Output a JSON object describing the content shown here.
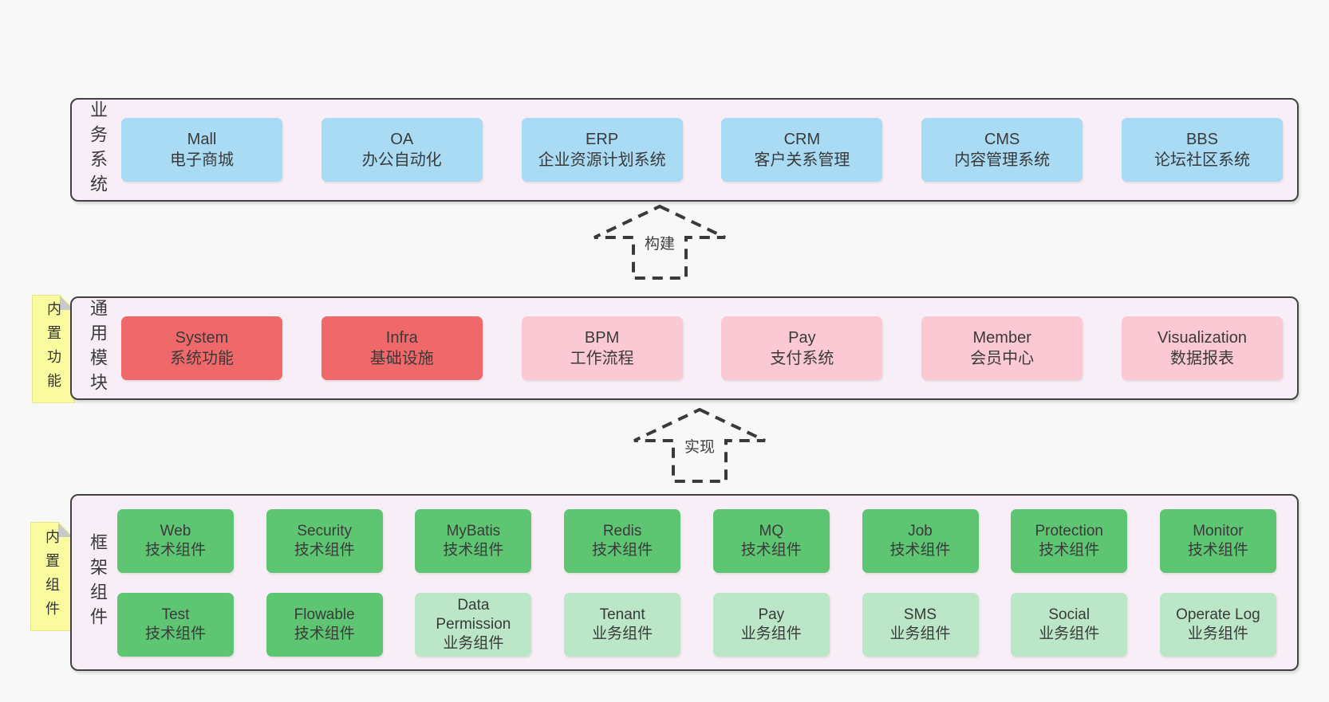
{
  "colors": {
    "blue": "#a9dbf4",
    "red": "#f0696a",
    "pink": "#fbc9d3",
    "green": "#5ec573",
    "lightgreen": "#bce6c8",
    "yellow": "#fafa9e",
    "container_bg": "#f8eef7",
    "border": "#424242",
    "text": "#3a3a3a",
    "page_bg": "#f8f8f8",
    "fold": "#c9c9c9"
  },
  "arrows": [
    {
      "label": "构建"
    },
    {
      "label": "实现"
    }
  ],
  "notes": [
    {
      "label": "内置功能"
    },
    {
      "label": "内置组件"
    }
  ],
  "sections": [
    {
      "side_label": "业务系统",
      "rows": [
        [
          {
            "name": "Mall",
            "desc": "电子商城",
            "type": "blue"
          },
          {
            "name": "OA",
            "desc": "办公自动化",
            "type": "blue"
          },
          {
            "name": "ERP",
            "desc": "企业资源计划系统",
            "type": "blue"
          },
          {
            "name": "CRM",
            "desc": "客户关系管理",
            "type": "blue"
          },
          {
            "name": "CMS",
            "desc": "内容管理系统",
            "type": "blue"
          },
          {
            "name": "BBS",
            "desc": "论坛社区系统",
            "type": "blue"
          }
        ]
      ]
    },
    {
      "side_label": "通用模块",
      "rows": [
        [
          {
            "name": "System",
            "desc": "系统功能",
            "type": "red"
          },
          {
            "name": "Infra",
            "desc": "基础设施",
            "type": "red"
          },
          {
            "name": "BPM",
            "desc": "工作流程",
            "type": "pink"
          },
          {
            "name": "Pay",
            "desc": "支付系统",
            "type": "pink"
          },
          {
            "name": "Member",
            "desc": "会员中心",
            "type": "pink"
          },
          {
            "name": "Visualization",
            "desc": "数据报表",
            "type": "pink"
          }
        ]
      ]
    },
    {
      "side_label": "框架组件",
      "rows": [
        [
          {
            "name": "Web",
            "desc": "技术组件",
            "type": "green"
          },
          {
            "name": "Security",
            "desc": "技术组件",
            "type": "green"
          },
          {
            "name": "MyBatis",
            "desc": "技术组件",
            "type": "green"
          },
          {
            "name": "Redis",
            "desc": "技术组件",
            "type": "green"
          },
          {
            "name": "MQ",
            "desc": "技术组件",
            "type": "green"
          },
          {
            "name": "Job",
            "desc": "技术组件",
            "type": "green"
          },
          {
            "name": "Protection",
            "desc": "技术组件",
            "type": "green"
          },
          {
            "name": "Monitor",
            "desc": "技术组件",
            "type": "green"
          }
        ],
        [
          {
            "name": "Test",
            "desc": "技术组件",
            "type": "green"
          },
          {
            "name": "Flowable",
            "desc": "技术组件",
            "type": "green"
          },
          {
            "name": "Data Permission",
            "desc": "业务组件",
            "type": "lightgreen"
          },
          {
            "name": "Tenant",
            "desc": "业务组件",
            "type": "lightgreen"
          },
          {
            "name": "Pay",
            "desc": "业务组件",
            "type": "lightgreen"
          },
          {
            "name": "SMS",
            "desc": "业务组件",
            "type": "lightgreen"
          },
          {
            "name": "Social",
            "desc": "业务组件",
            "type": "lightgreen"
          },
          {
            "name": "Operate Log",
            "desc": "业务组件",
            "type": "lightgreen"
          }
        ]
      ]
    }
  ]
}
